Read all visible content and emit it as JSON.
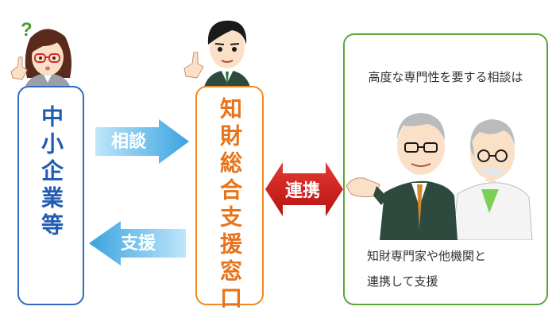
{
  "left_box": {
    "label": "中小企業等"
  },
  "center_box": {
    "label": "知財総合支援窓口"
  },
  "right_box": {
    "heading": "高度な専門性を要する相談は",
    "description_line1": "知財専門家や他機関と",
    "description_line2": "連携して支援"
  },
  "arrows": {
    "consult": "相談",
    "support": "支援",
    "cooperate": "連携"
  },
  "decorations": {
    "question_mark": "?"
  },
  "colors": {
    "blue": "#2f6bc2",
    "orange": "#f08a22",
    "green": "#5aa63a",
    "red": "#d9221e",
    "arrow_light_blue": "#3fa7e3"
  }
}
